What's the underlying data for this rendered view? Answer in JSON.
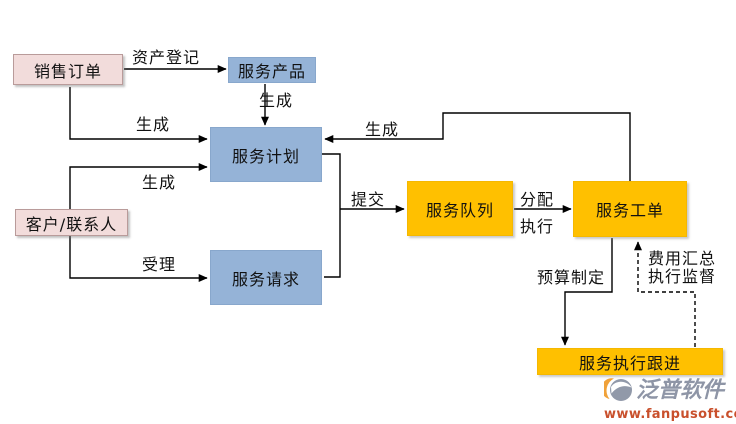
{
  "diagram": {
    "nodes": {
      "sales_order": "销售订单",
      "service_product": "服务产品",
      "service_plan": "服务计划",
      "customer_contact": "客户/联系人",
      "service_request": "服务请求",
      "service_queue": "服务队列",
      "service_workorder": "服务工单",
      "service_followup": "服务执行跟进"
    },
    "labels": {
      "asset_register": "资产登记",
      "generate_product": "生成",
      "generate_sales": "生成",
      "generate_customer": "生成",
      "accept": "受理",
      "submit": "提交",
      "assign": "分配",
      "execute": "执行",
      "generate_workorder": "生成",
      "budget": "预算制定",
      "cost_summary": "费用汇总",
      "supervision": "执行监督"
    },
    "colors": {
      "pink_fill": "#f2dcdb",
      "blue_fill": "#95b3d7",
      "orange_fill": "#ffc000",
      "line": "#000000"
    }
  },
  "watermark": {
    "brand": "泛普软件",
    "url": "www.fanpusoft.com"
  }
}
